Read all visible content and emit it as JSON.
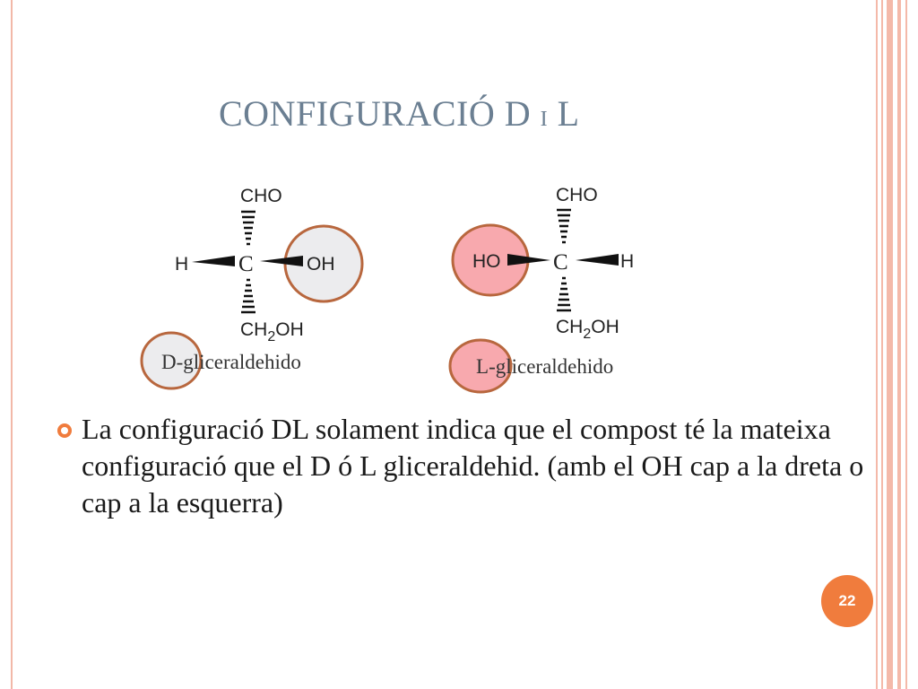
{
  "slide": {
    "title_main": "CONFIGURACIÓ D ",
    "title_small": "I",
    "title_end": " L",
    "page_number": "22"
  },
  "molecules": [
    {
      "top": "CHO",
      "center": "C",
      "left": "H",
      "right": "OH",
      "bottom_prefix": "CH",
      "bottom_subscript": "2",
      "bottom_suffix": "OH",
      "caption_first": "D",
      "caption_rest": "-gliceraldehido",
      "highlight_color": "#ececee"
    },
    {
      "top": "CHO",
      "center": "C",
      "left": "HO",
      "right": "H",
      "bottom_prefix": "CH",
      "bottom_subscript": "2",
      "bottom_suffix": "OH",
      "caption_first": "L",
      "caption_rest": "-gliceraldehido",
      "highlight_color": "#f8a9ae"
    }
  ],
  "bullet": {
    "text": "La configuració DL solament indica que el compost té la mateixa configuració que el D ó L gliceraldehid. (amb el OH cap a la dreta o cap a la esquerra)"
  },
  "colors": {
    "accent": "#f07c3d",
    "title": "#6b7f92",
    "circle_border": "#b8673e",
    "frame": "#f4b9a9"
  }
}
